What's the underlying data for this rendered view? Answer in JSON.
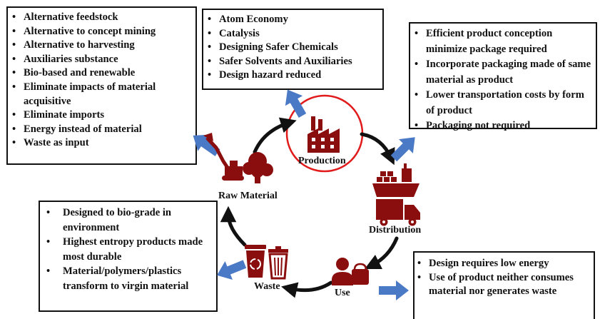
{
  "stages": {
    "raw_material": "Raw Material",
    "production": "Production",
    "distribution": "Distribution",
    "use": "Use",
    "waste": "Waste"
  },
  "boxes": {
    "raw_material": [
      "Alternative feedstock",
      "Alternative to concept mining",
      "Alternative to harvesting",
      "Auxiliaries substance",
      "Bio-based and renewable",
      "Eliminate impacts of material acquisitive",
      "Eliminate imports",
      "Energy instead of material",
      "Waste as input"
    ],
    "production": [
      "Atom Economy",
      "Catalysis",
      "Designing Safer Chemicals",
      "Safer Solvents and Auxiliaries",
      "Design hazard reduced"
    ],
    "distribution": [
      "Efficient product conception minimize package required",
      "Incorporate packaging made of same material as product",
      "Lower transportation costs by form of product",
      "Packaging not required"
    ],
    "waste": [
      "Designed to bio-grade in environment",
      "Highest entropy products made most durable",
      "Material/polymers/plastics transform to virgin material"
    ],
    "use": [
      "Design requires low energy",
      "Use of product neither consumes material nor generates waste"
    ]
  },
  "colors": {
    "icon": "#8b0e0e",
    "arrow_blue": "#4a79c6",
    "circle_red": "#e11b1b",
    "cycle_arrow": "#111111"
  }
}
